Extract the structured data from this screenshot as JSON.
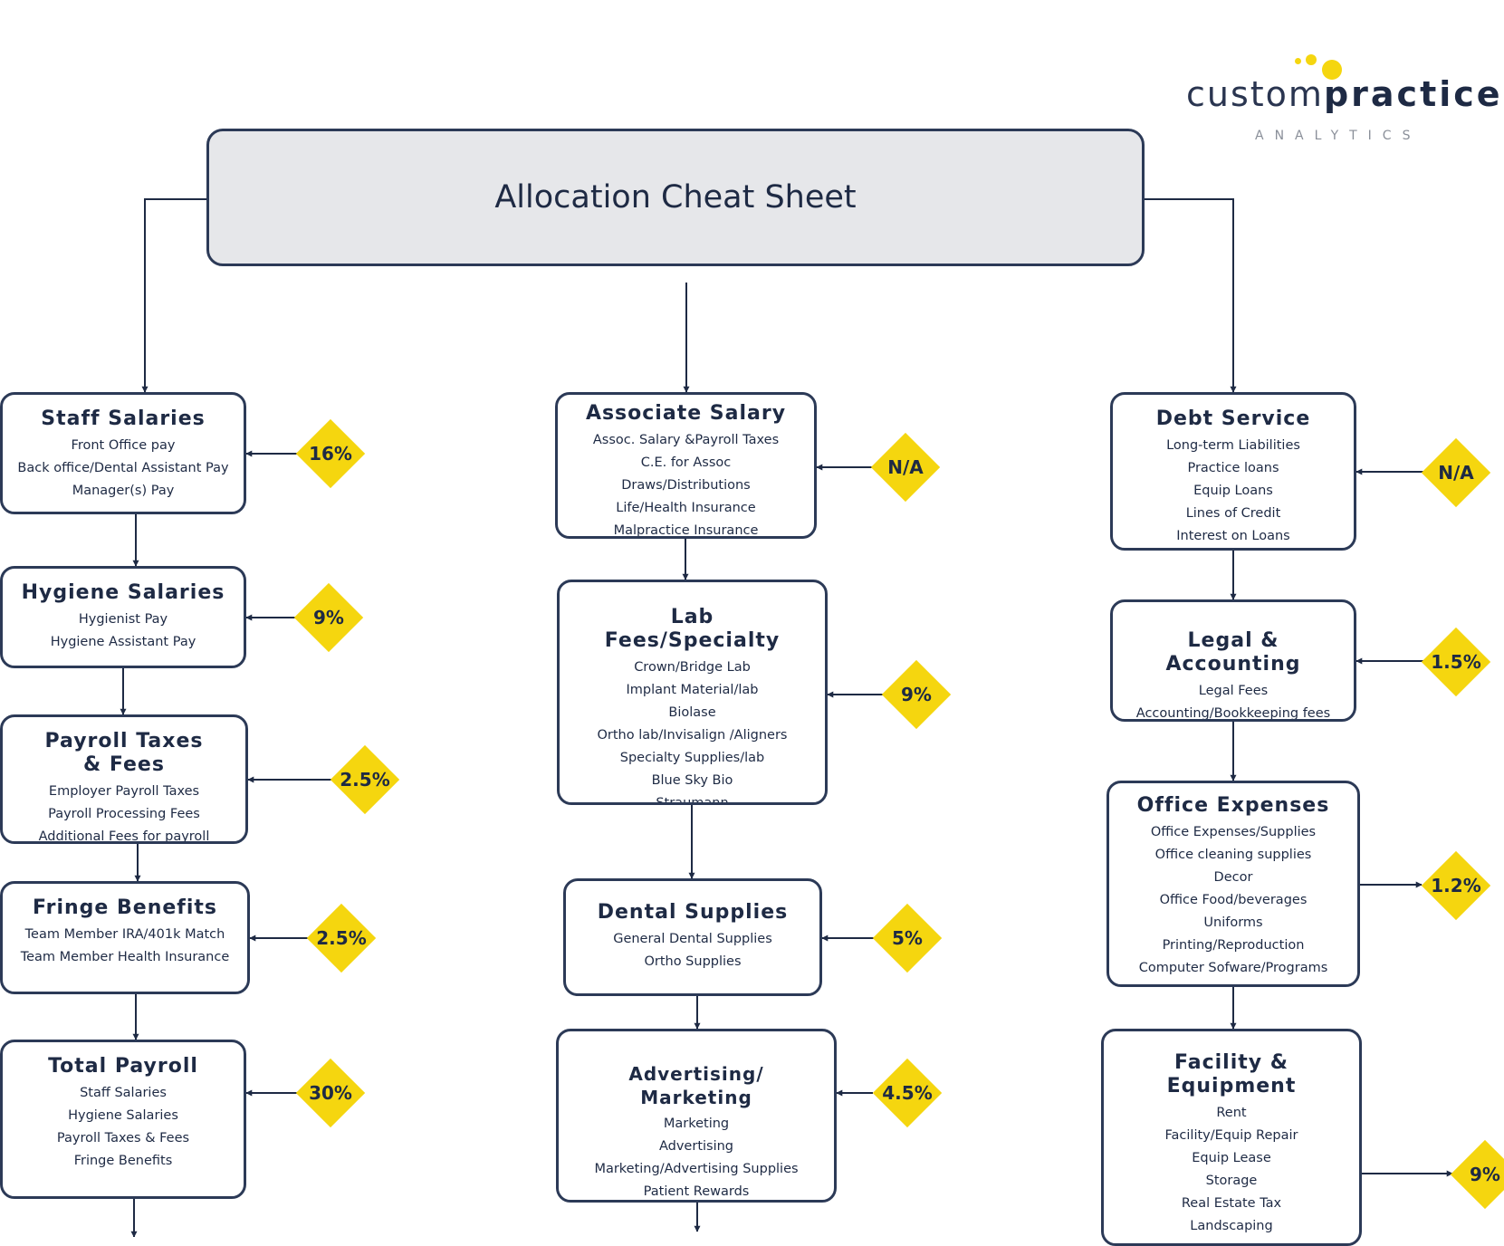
{
  "logo": {
    "wordmark_light": "custom",
    "wordmark_bold": "practice",
    "subtitle": "ANALYTICS"
  },
  "title": "Allocation Cheat Sheet",
  "columns": {
    "left": [
      {
        "title": "Staff Salaries",
        "items": [
          "Front Office pay",
          "Back office/Dental Assistant Pay",
          "Manager(s) Pay"
        ],
        "badge": "16%"
      },
      {
        "title": "Hygiene Salaries",
        "items": [
          "Hygienist Pay",
          "Hygiene Assistant Pay"
        ],
        "badge": "9%"
      },
      {
        "title": "Payroll Taxes & Fees",
        "items": [
          "Employer Payroll Taxes",
          "Payroll Processing Fees",
          "Additional Fees for payroll"
        ],
        "badge": "2.5%"
      },
      {
        "title": "Fringe Benefits",
        "items": [
          "Team Member IRA/401k Match",
          "Team Member Health Insurance"
        ],
        "badge": "2.5%"
      },
      {
        "title": "Total Payroll",
        "items": [
          "Staff Salaries",
          "Hygiene Salaries",
          "Payroll Taxes & Fees",
          "Fringe Benefits"
        ],
        "badge": "30%"
      }
    ],
    "middle": [
      {
        "title": "Associate Salary",
        "items": [
          "Assoc. Salary &Payroll Taxes",
          "C.E. for Assoc",
          "Draws/Distributions",
          "Life/Health Insurance",
          "Malpractice Insurance"
        ],
        "badge": "N/A"
      },
      {
        "title": "Lab Fees/Specialty",
        "items": [
          "Crown/Bridge Lab",
          "Implant Material/lab",
          "Biolase",
          "Ortho lab/Invisalign /Aligners",
          "Specialty Supplies/lab",
          "Blue Sky Bio",
          "Straumann"
        ],
        "badge": "9%"
      },
      {
        "title": "Dental Supplies",
        "items": [
          "General Dental Supplies",
          "Ortho Supplies"
        ],
        "badge": "5%"
      },
      {
        "title": "Advertising/ Marketing",
        "items": [
          "Marketing",
          "Advertising",
          "Marketing/Advertising Supplies",
          "Patient Rewards"
        ],
        "badge": "4.5%"
      }
    ],
    "right": [
      {
        "title": "Debt Service",
        "items": [
          "Long-term Liabilities",
          "Practice loans",
          "Equip Loans",
          "Lines of Credit",
          "Interest on Loans"
        ],
        "badge": "N/A"
      },
      {
        "title": "Legal & Accounting",
        "items": [
          "Legal Fees",
          "Accounting/Bookkeeping fees"
        ],
        "badge": "1.5%"
      },
      {
        "title": "Office Expenses",
        "items": [
          "Office Expenses/Supplies",
          "Office cleaning supplies",
          "Decor",
          "Office Food/beverages",
          "Uniforms",
          "Printing/Reproduction",
          "Computer Sofware/Programs"
        ],
        "badge": "1.2%"
      },
      {
        "title": "Facility & Equipment",
        "items": [
          "Rent",
          "Facility/Equip Repair",
          "Equip Lease",
          "Storage",
          "Real Estate Tax",
          "Landscaping"
        ],
        "badge": "9%"
      }
    ]
  },
  "colors": {
    "badge_fill": "#f5d60f",
    "border": "#2c3a57",
    "text": "#1e2a44",
    "title_fill": "#e6e7ea"
  }
}
